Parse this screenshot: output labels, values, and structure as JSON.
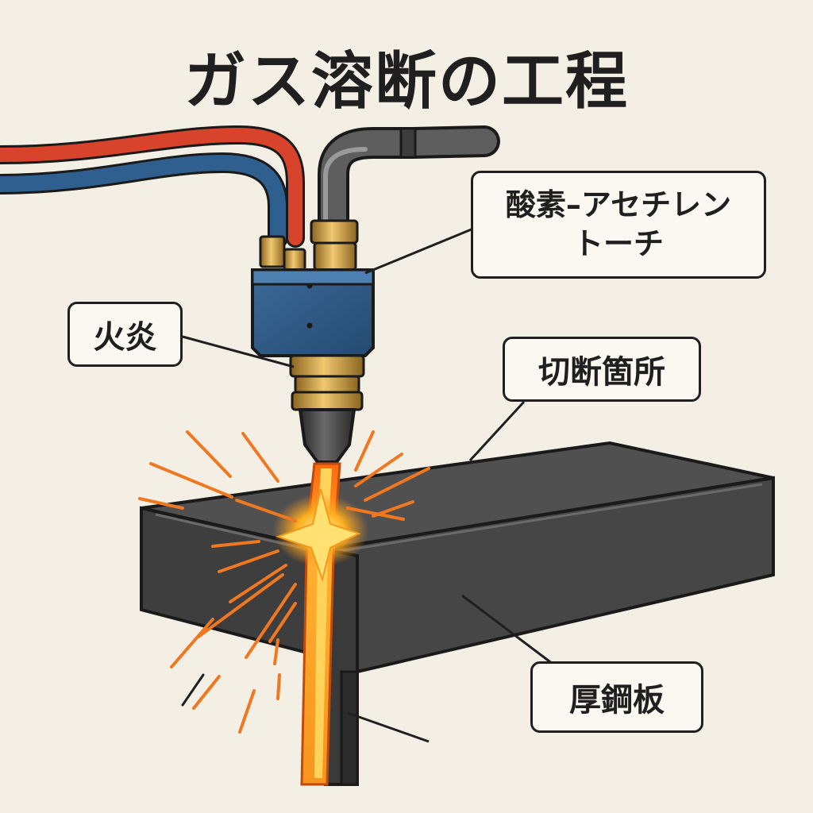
{
  "title": "ガス溶断の工程",
  "labels": {
    "torch_line1": "酸素–アセチレン",
    "torch_line2": "トーチ",
    "flame": "火炎",
    "cut_point": "切断箇所",
    "plate": "厚鋼板"
  },
  "colors": {
    "background": "#f4efe5",
    "oxygen_hose": "#2f5f8f",
    "acetylene_hose": "#d8432c",
    "steel": "#4a4a4a",
    "flame": "#f7941d",
    "brass": "#c89a3c"
  }
}
